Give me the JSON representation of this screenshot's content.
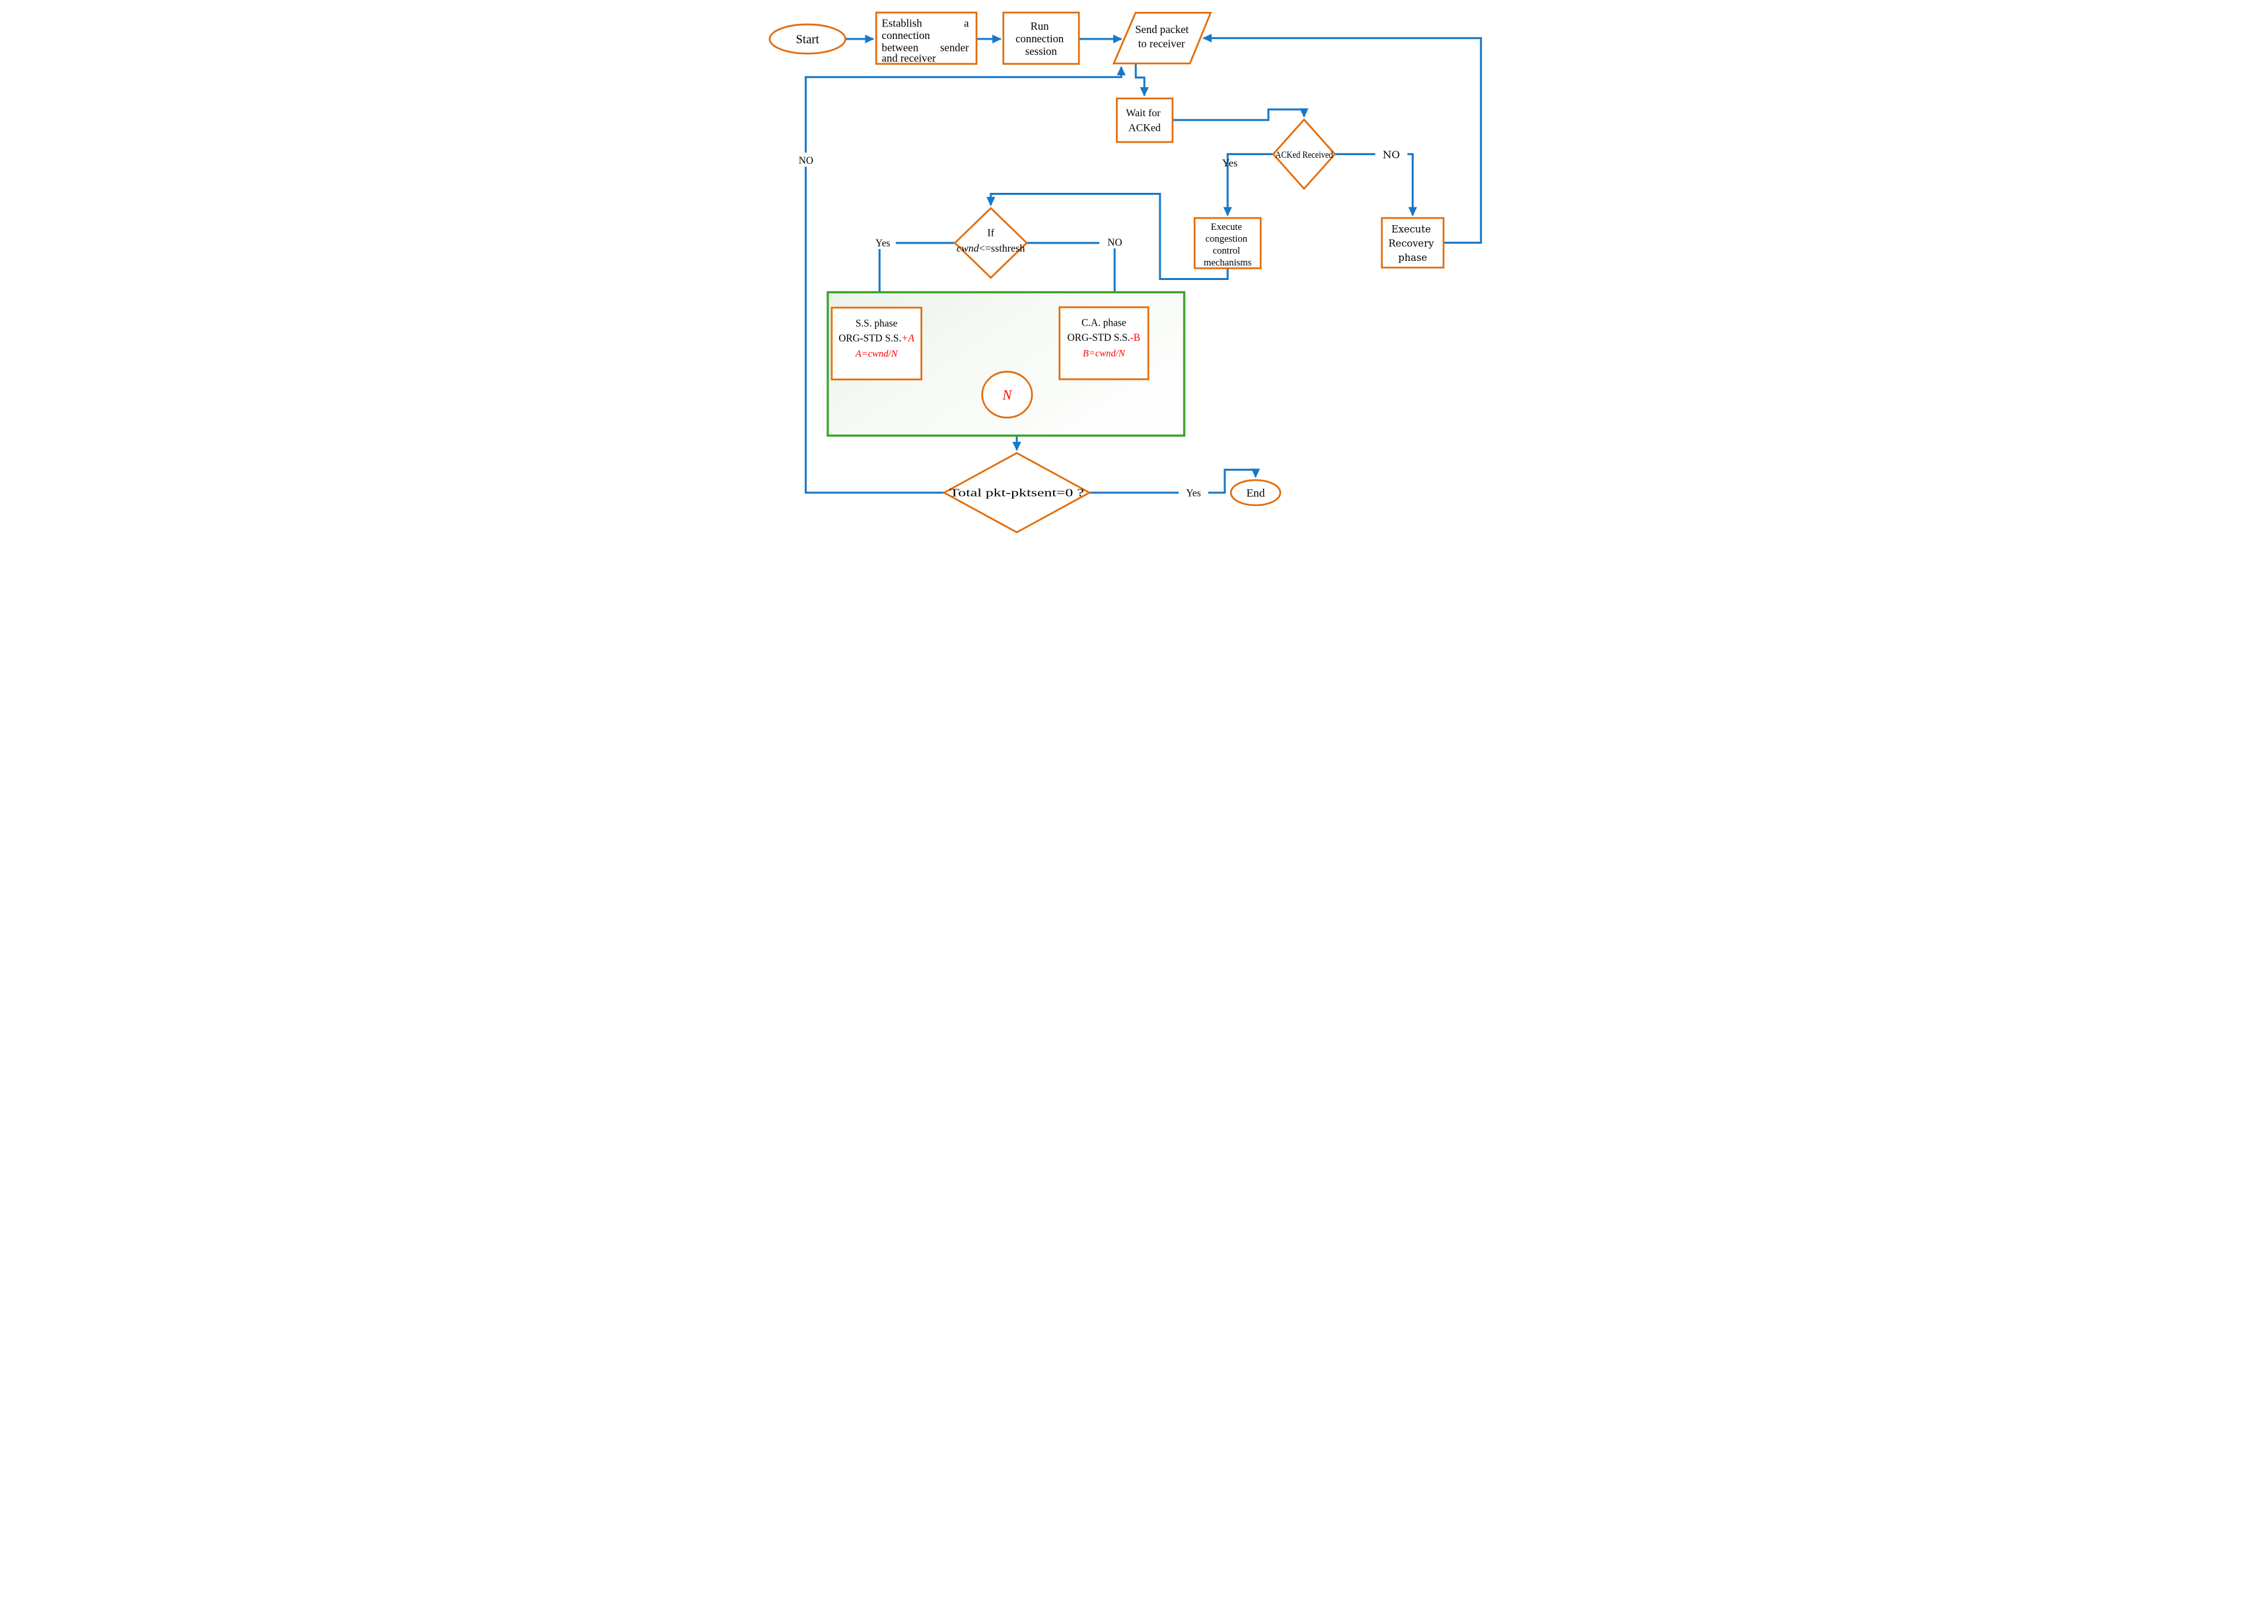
{
  "colors": {
    "shape_stroke": "#E36C0A",
    "connector": "#1878C8",
    "container_stroke": "#3EA32C",
    "formula_red": "#FF0000",
    "text": "#000000"
  },
  "nodes": {
    "start": {
      "label": "Start"
    },
    "establish": {
      "line1_left": "Establish",
      "line1_right": "a",
      "line2": "connection",
      "line3_left": "between",
      "line3_right": "sender",
      "line4": "and receiver"
    },
    "run_session": {
      "line1": "Run",
      "line2": "connection",
      "line3": "session"
    },
    "send_packet": {
      "line1": "Send packet",
      "line2": "to receiver"
    },
    "wait_ack": {
      "line1": "Wait for",
      "line2": "ACKed"
    },
    "acked_received": {
      "label": "ACKed Received"
    },
    "congestion": {
      "line1": "Execute",
      "line2": "congestion",
      "line3": "control",
      "line4": "mechanisms"
    },
    "recovery": {
      "line1": "Execute",
      "line2": "Recovery",
      "line3": "phase"
    },
    "if_cwnd": {
      "line1": "If",
      "line2_italic": "cwnd",
      "line2_rest": "<=ssthresh"
    },
    "ss_phase": {
      "line1": "S.S. phase",
      "line2_black": "ORG-STD S.S.",
      "line2_red": "+A",
      "line3": "A=cwnd/N"
    },
    "ca_phase": {
      "line1": "C.A. phase",
      "line2_black": "ORG-STD S.S.",
      "line2_red": "-B",
      "line3": "B=cwnd/N"
    },
    "n_node": {
      "label": "N"
    },
    "total_check": {
      "label": "Total pkt-pktsent=0 ?"
    },
    "end": {
      "label": "End"
    }
  },
  "edge_labels": {
    "acked_yes": "Yes",
    "acked_no": "NO",
    "if_yes": "Yes",
    "if_no": "NO",
    "total_yes": "Yes",
    "total_no": "NO"
  }
}
